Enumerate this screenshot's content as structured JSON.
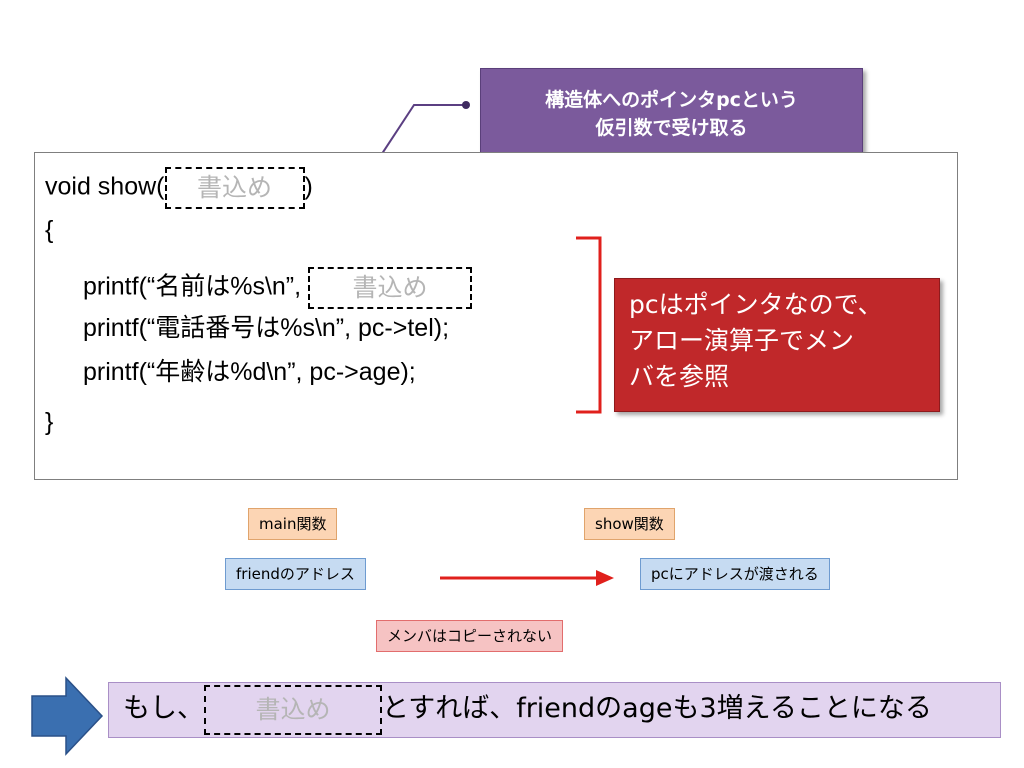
{
  "callout": {
    "line1": "構造体へのポインタpcという",
    "line2": "仮引数で受け取る"
  },
  "code": {
    "line1_before": "void   show(",
    "line1_after": ")",
    "line2": "{",
    "line3_before": "printf(“名前は%s\\n”, ",
    "line4": "printf(“電話番号は%s\\n”, pc->tel);",
    "line5": "printf(“年齢は%d\\n”, pc->age);",
    "line6": "}",
    "blank_label": "書込め"
  },
  "red_note": {
    "line1": "pcはポインタなので、",
    "line2": "アロー演算子でメン",
    "line3": "バを参照"
  },
  "labels": {
    "main_func": "main関数",
    "show_func": "show関数",
    "friend_addr": "friendのアドレス",
    "pc_addr": "pcにアドレスが渡される",
    "no_copy": "メンバはコピーされない"
  },
  "banner": {
    "before": "もし、",
    "blank": "書込め",
    "after": "とすれば、friendのageも3増えることになる"
  },
  "colors": {
    "callout": "#7b5a9c",
    "red_note": "#c0282a",
    "arrow_red": "#e0201c",
    "big_arrow": "#3a6fb0"
  }
}
